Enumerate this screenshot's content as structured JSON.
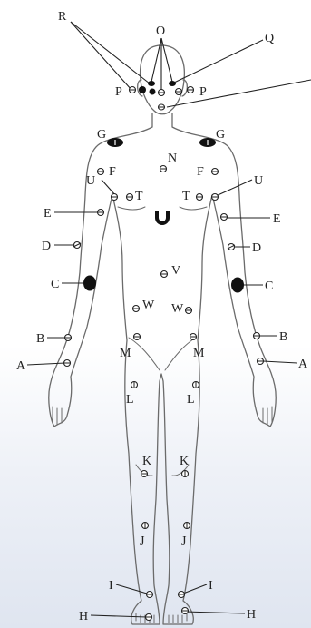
{
  "figure": {
    "labels": {
      "A": "A",
      "B": "B",
      "C": "C",
      "D": "D",
      "E": "E",
      "F": "F",
      "G": "G",
      "H": "H",
      "I": "I",
      "J": "J",
      "K": "K",
      "L": "L",
      "M": "M",
      "N": "N",
      "O": "O",
      "P": "P",
      "Q": "Q",
      "R": "R",
      "T": "T",
      "U": "U",
      "V": "V",
      "W": "W"
    },
    "marker_color": "#111111",
    "outline_color": "#6b6b6b"
  }
}
